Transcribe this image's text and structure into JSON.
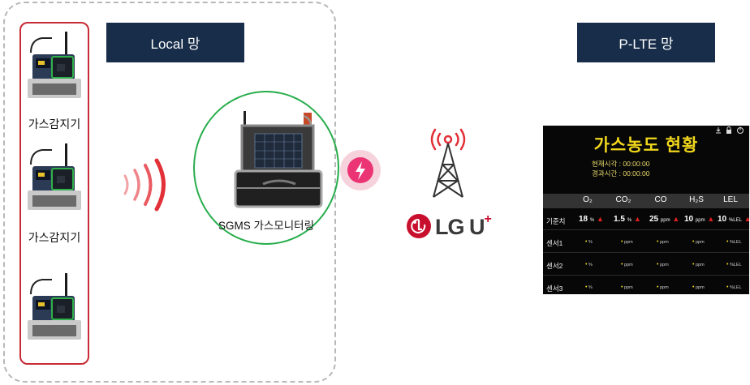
{
  "badges": {
    "local": "Local 망",
    "plte": "P-LTE 망"
  },
  "devices": {
    "label_1": "가스감지기",
    "label_2": "가스감지기"
  },
  "hub": {
    "label": "SGMS 가스모니터링"
  },
  "carrier": {
    "logo_text": "LG U+",
    "logo_letter": "LG U",
    "logo_plus": "+"
  },
  "monitor": {
    "title": "가스농도 현황",
    "current_time_label": "현재시각 : 00:00:00",
    "elapsed_time_label": "경과시간 : 00:00:00",
    "columns": [
      "O₂",
      "CO₂",
      "CO",
      "H₂S",
      "LEL"
    ],
    "reference": {
      "label": "기준치",
      "values": [
        "18",
        "1.5",
        "25",
        "10",
        "10"
      ],
      "units": [
        "%",
        "%",
        "ppm",
        "ppm",
        "%LEL"
      ]
    },
    "sensors": [
      {
        "label": "센서1",
        "units": [
          "%",
          "ppm",
          "ppm",
          "ppm",
          "%LEL"
        ]
      },
      {
        "label": "센서2",
        "units": [
          "%",
          "ppm",
          "ppm",
          "ppm",
          "%LEL"
        ]
      },
      {
        "label": "센서3",
        "units": [
          "%",
          "ppm",
          "ppm",
          "ppm",
          "%LEL"
        ]
      }
    ]
  },
  "colors": {
    "badge_bg": "#172d4a",
    "device_frame": "#c72b35",
    "local_circle": "#27ad4c",
    "signal_red": "#e23038",
    "lg_red": "#c8102e",
    "monitor_title": "#f0d61c"
  },
  "icons": [
    "wifi-waves-icon",
    "lightning-icon",
    "cell-tower-icon",
    "lg-logo-icon",
    "download-icon",
    "lock-icon",
    "power-icon"
  ]
}
